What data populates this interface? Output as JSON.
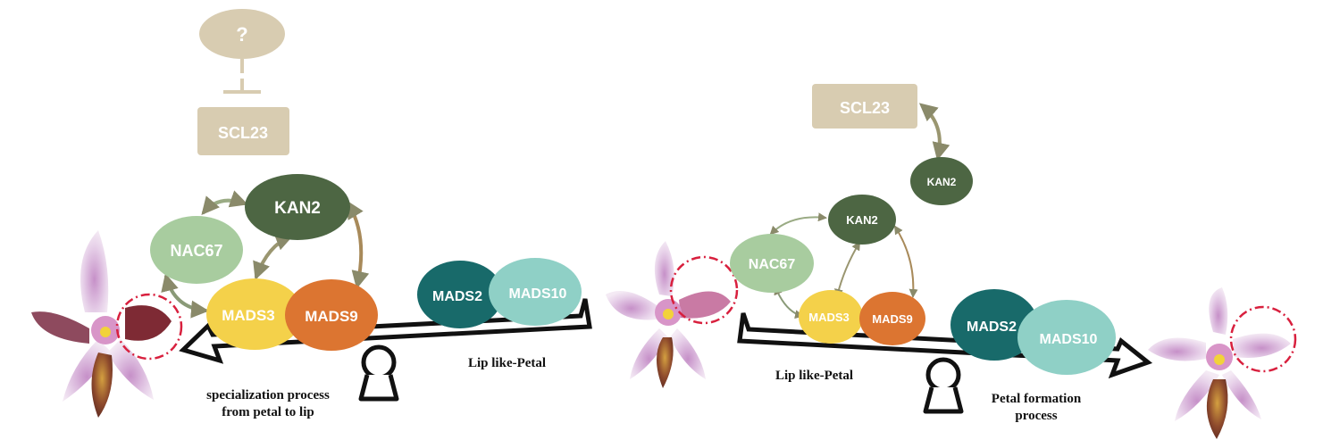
{
  "colors": {
    "beige": "#d8ccb1",
    "dark_green": "#4d6643",
    "light_green": "#a8cc9f",
    "yellow": "#f4d14a",
    "orange": "#dc7531",
    "teal_dark": "#186a6a",
    "teal_light": "#8fd0c6",
    "circle_red": "#d8203e"
  },
  "left_panel": {
    "unknown_node": "?",
    "scl23": "SCL23",
    "kan2": "KAN2",
    "nac67": "NAC67",
    "mads3": "MADS3",
    "mads9": "MADS9",
    "mads2": "MADS2",
    "mads10": "MADS10",
    "lip_like_petal": "Lip like-Petal",
    "process_line1": "specialization process",
    "process_line2": "from petal to lip"
  },
  "right_panel": {
    "scl23": "SCL23",
    "kan2_top": "KAN2",
    "kan2": "KAN2",
    "nac67": "NAC67",
    "mads3": "MADS3",
    "mads9": "MADS9",
    "mads2": "MADS2",
    "mads10": "MADS10",
    "lip_like_petal": "Lip like-Petal",
    "process_line1": "Petal formation",
    "process_line2": "process"
  }
}
